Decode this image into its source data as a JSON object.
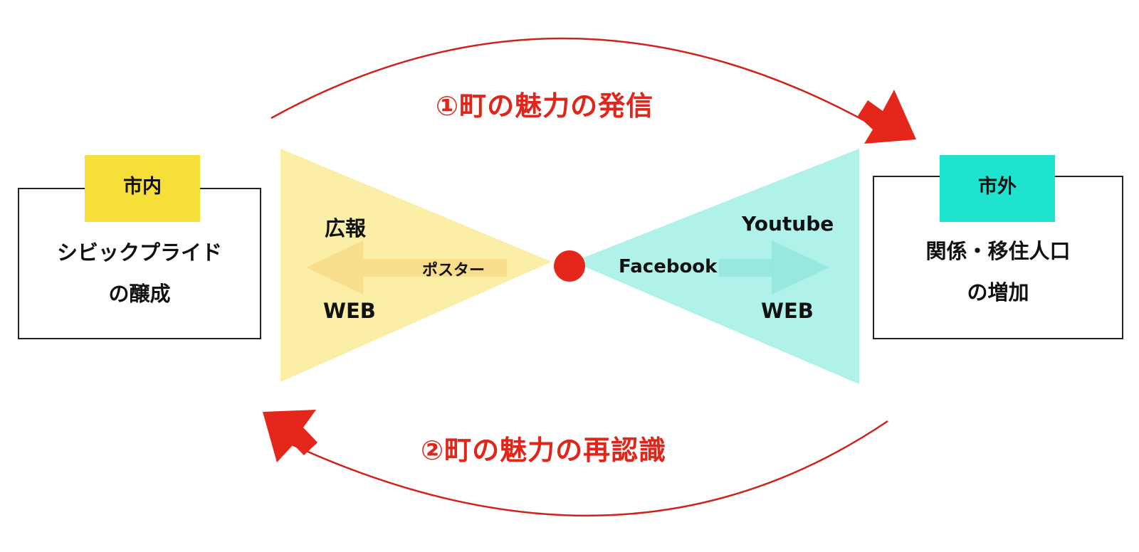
{
  "colors": {
    "accent_red": "#e5261a",
    "inside_tag": "#f7df3a",
    "outside_tag": "#1de3cf",
    "left_fan": "#fbefa8",
    "right_fan": "#b0f2ea",
    "left_arrow": "#f8de8c",
    "right_arrow": "#93e6dc",
    "box_border": "#222222"
  },
  "top_flow": {
    "title": "①町の魅力の発信",
    "direction": "left-to-right"
  },
  "bottom_flow": {
    "title": "②町の魅力の再認識",
    "direction": "right-to-left"
  },
  "inside": {
    "tag": "市内",
    "lines": [
      "シビックプライド",
      "の醸成"
    ]
  },
  "outside": {
    "tag": "市外",
    "lines": [
      "関係・移住人口",
      "の増加"
    ]
  },
  "left_fan": {
    "channels": [
      "広報",
      "ポスター",
      "WEB"
    ]
  },
  "right_fan": {
    "channels": [
      "Youtube",
      "Facebook",
      "WEB"
    ]
  },
  "center_node": {
    "label": ""
  }
}
